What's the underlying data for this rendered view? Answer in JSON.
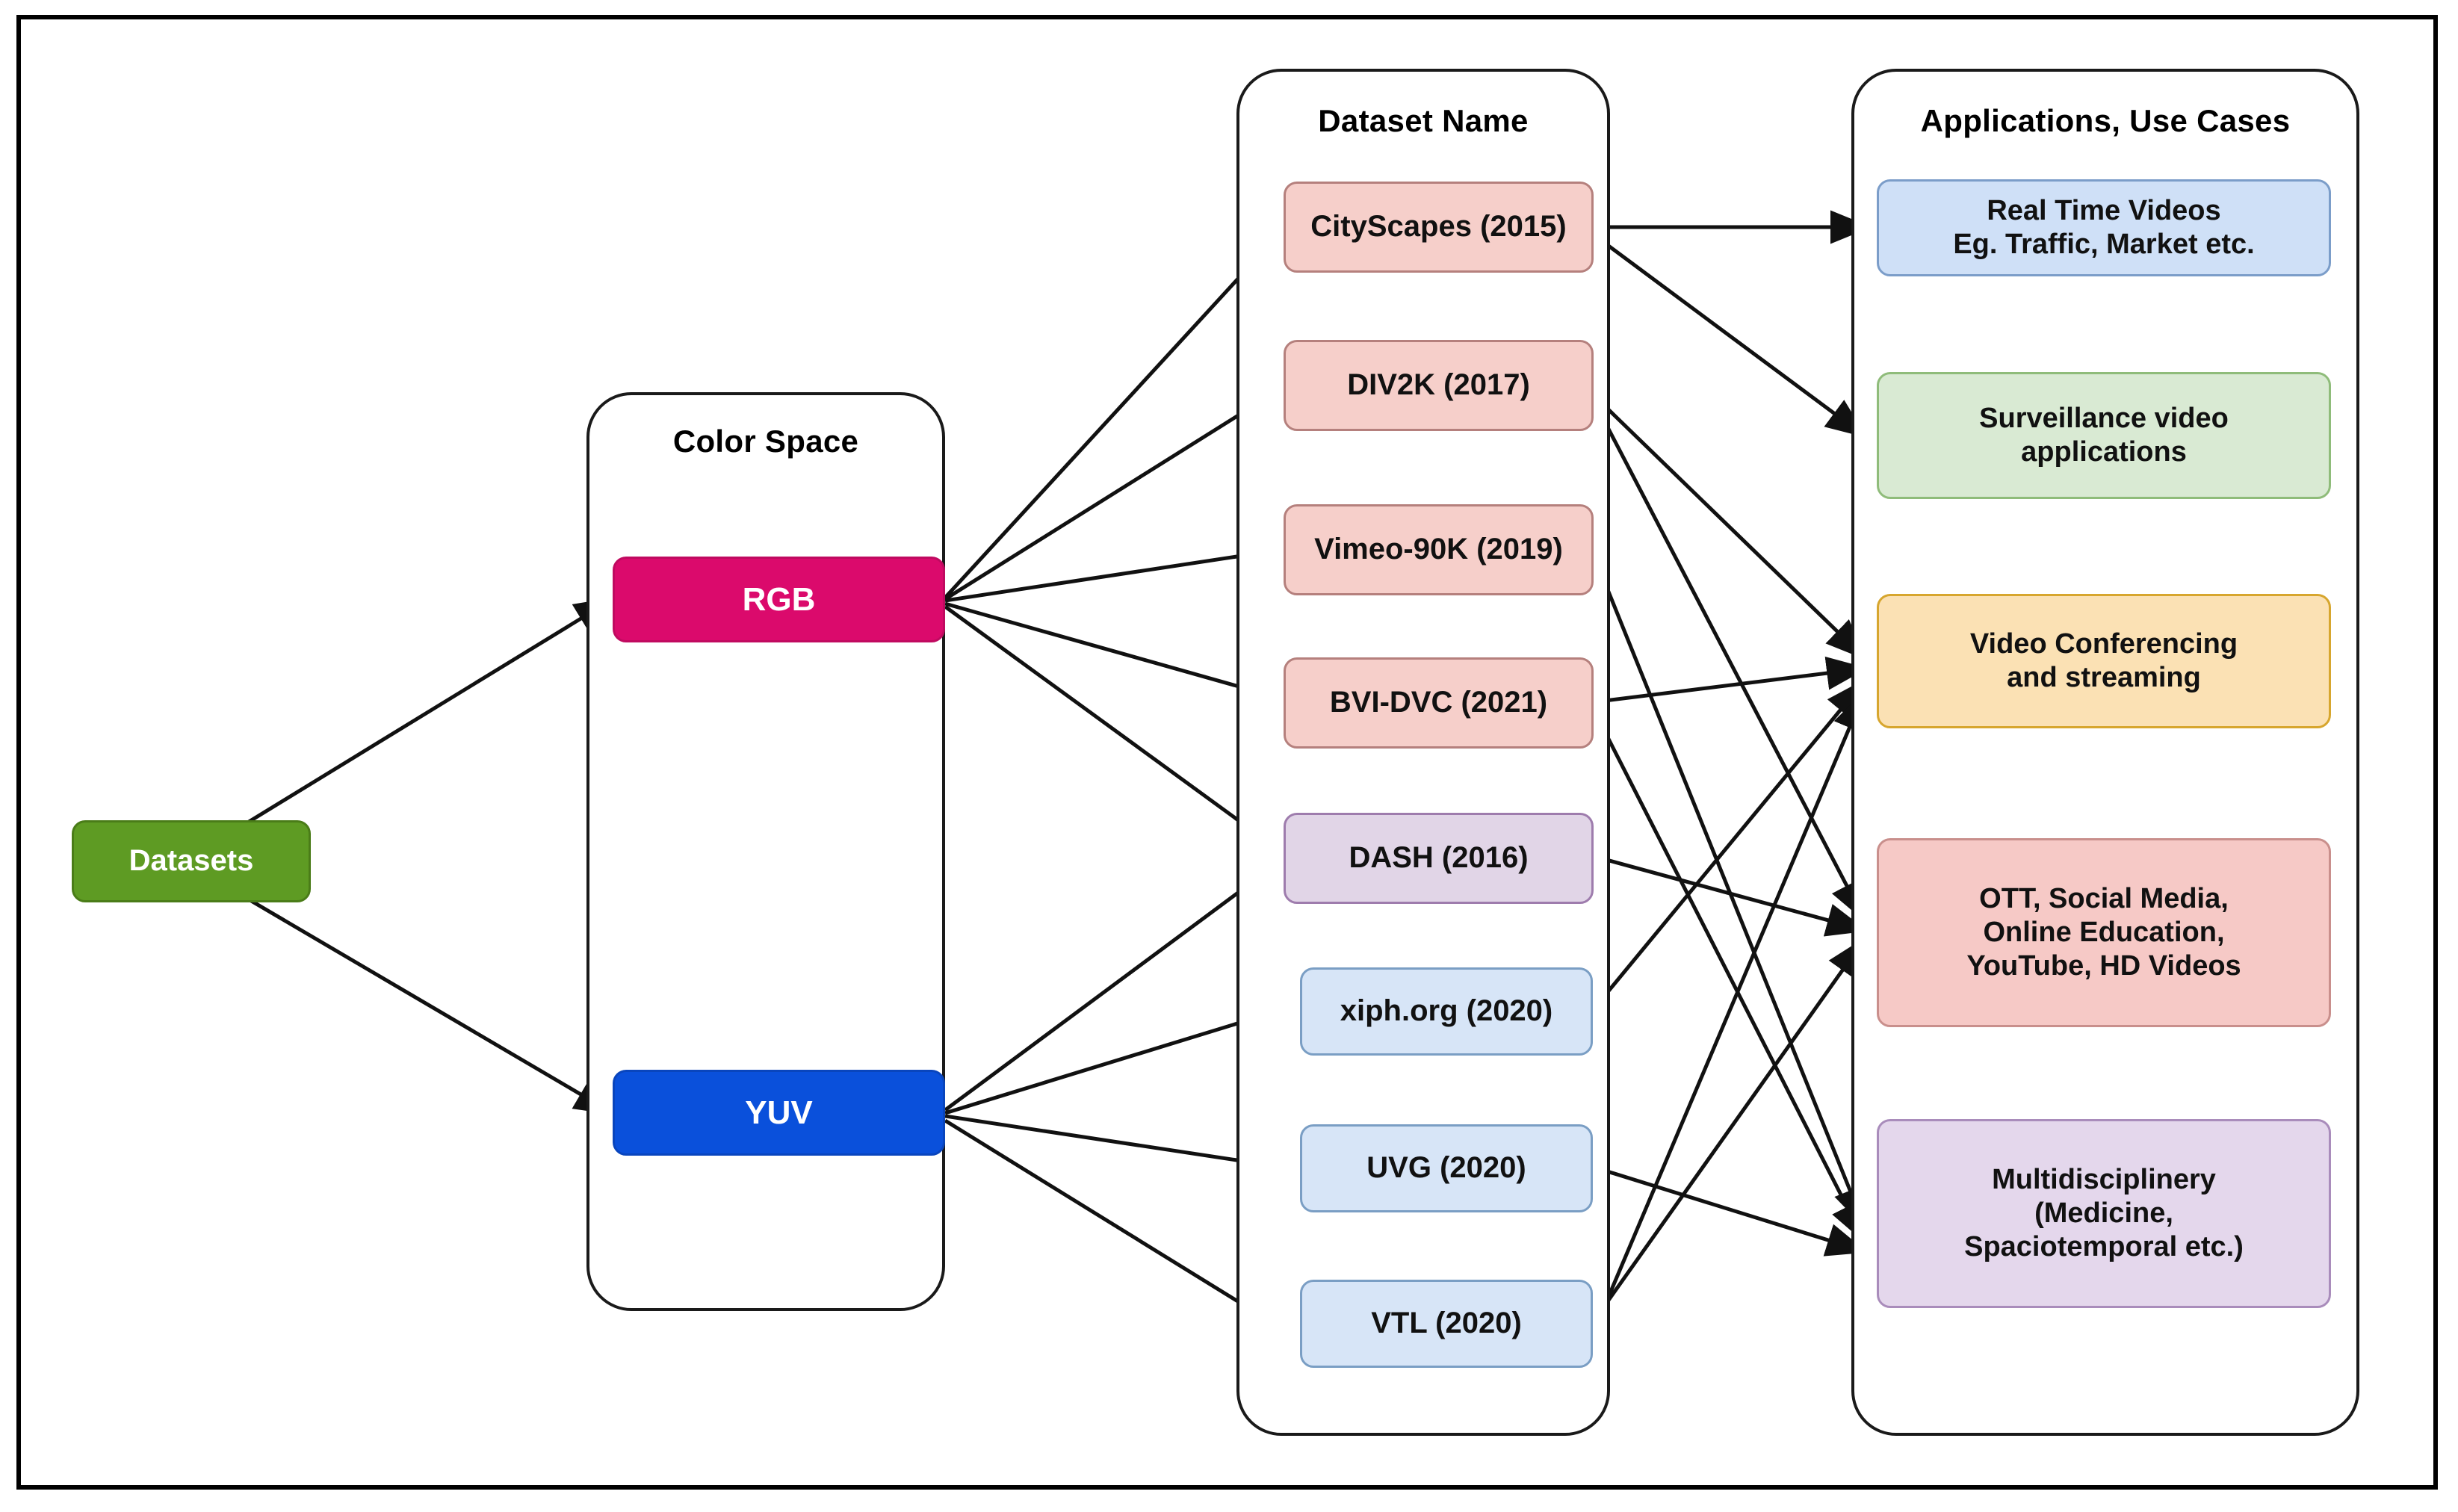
{
  "diagram": {
    "groups": [
      {
        "id": "color-space",
        "title": "Color Space"
      },
      {
        "id": "dataset-name",
        "title": "Dataset Name"
      },
      {
        "id": "applications",
        "title": "Applications, Use Cases"
      }
    ],
    "root": {
      "label": "Datasets",
      "color": "#5E9B23"
    },
    "color_spaces": [
      {
        "label": "RGB",
        "color": "#DB0A6C"
      },
      {
        "label": "YUV",
        "color": "#0A50DB"
      }
    ],
    "datasets": [
      {
        "label": "CityScapes (2015)",
        "color": "#f6cfca",
        "space": "RGB"
      },
      {
        "label": "DIV2K (2017)",
        "color": "#f6cfca",
        "space": "RGB"
      },
      {
        "label": "Vimeo-90K (2019)",
        "color": "#f6cfca",
        "space": "RGB"
      },
      {
        "label": "BVI-DVC (2021)",
        "color": "#f6cfca",
        "space": "RGB"
      },
      {
        "label": "DASH (2016)",
        "color": "#e1d5e7",
        "space": "RGB, YUV"
      },
      {
        "label": "xiph.org (2020)",
        "color": "#d7e5f7",
        "space": "YUV"
      },
      {
        "label": "UVG (2020)",
        "color": "#d7e5f7",
        "space": "YUV"
      },
      {
        "label": "VTL (2020)",
        "color": "#d7e5f7",
        "space": "YUV"
      }
    ],
    "applications": [
      {
        "line1": "Real Time Videos",
        "line2": "Eg. Traffic, Market etc.",
        "line3": "",
        "color": "#cfe0f7"
      },
      {
        "line1": "Surveillance video",
        "line2": "applications",
        "line3": "",
        "color": "#d9ead3"
      },
      {
        "line1": "Video Conferencing",
        "line2": "and streaming",
        "line3": "",
        "color": "#fbe1b4"
      },
      {
        "line1": "OTT, Social Media,",
        "line2": "Online Education,",
        "line3": "YouTube, HD Videos",
        "color": "#f6c9c6"
      },
      {
        "line1": "Multidisciplinery",
        "line2": "(Medicine,",
        "line3": "Spaciotemporal etc.)",
        "color": "#e4d7ec"
      }
    ],
    "edges": [
      {
        "from": "Datasets",
        "to": "RGB"
      },
      {
        "from": "Datasets",
        "to": "YUV"
      },
      {
        "from": "RGB",
        "to": "CityScapes (2015)"
      },
      {
        "from": "RGB",
        "to": "DIV2K (2017)"
      },
      {
        "from": "RGB",
        "to": "Vimeo-90K (2019)"
      },
      {
        "from": "RGB",
        "to": "BVI-DVC (2021)"
      },
      {
        "from": "RGB",
        "to": "DASH (2016)"
      },
      {
        "from": "YUV",
        "to": "DASH (2016)"
      },
      {
        "from": "YUV",
        "to": "xiph.org (2020)"
      },
      {
        "from": "YUV",
        "to": "UVG (2020)"
      },
      {
        "from": "YUV",
        "to": "VTL (2020)"
      },
      {
        "from": "CityScapes (2015)",
        "to": "Real Time Videos Eg. Traffic, Market etc."
      },
      {
        "from": "CityScapes (2015)",
        "to": "Surveillance video applications"
      },
      {
        "from": "DIV2K (2017)",
        "to": "Video Conferencing and streaming"
      },
      {
        "from": "DIV2K (2017)",
        "to": "OTT, Social Media, Online Education, YouTube, HD Videos"
      },
      {
        "from": "Vimeo-90K (2019)",
        "to": "Multidisciplinery (Medicine, Spaciotemporal etc.)"
      },
      {
        "from": "BVI-DVC (2021)",
        "to": "Video Conferencing and streaming"
      },
      {
        "from": "BVI-DVC (2021)",
        "to": "Multidisciplinery (Medicine, Spaciotemporal etc.)"
      },
      {
        "from": "DASH (2016)",
        "to": "OTT, Social Media, Online Education, YouTube, HD Videos"
      },
      {
        "from": "xiph.org (2020)",
        "to": "Video Conferencing and streaming"
      },
      {
        "from": "UVG (2020)",
        "to": "Multidisciplinery (Medicine, Spaciotemporal etc.)"
      },
      {
        "from": "VTL (2020)",
        "to": "OTT, Social Media, Online Education, YouTube, HD Videos"
      },
      {
        "from": "VTL (2020)",
        "to": "Video Conferencing and streaming"
      }
    ]
  }
}
